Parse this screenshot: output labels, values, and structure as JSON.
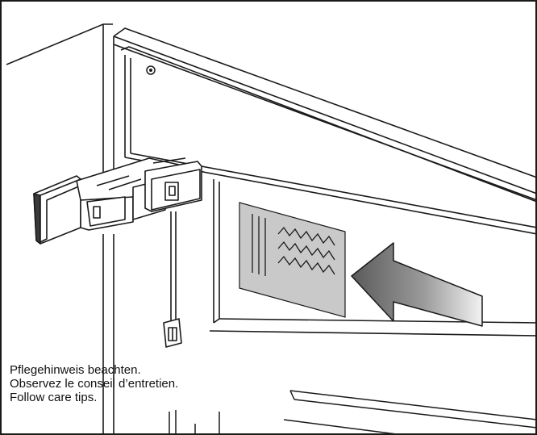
{
  "caption": {
    "line_de": "Pflegehinweis beachten.",
    "line_fr": "Observez le conseil d’entretien.",
    "line_en": "Follow care tips."
  },
  "colors": {
    "line": "#1a1a1a",
    "label_fill": "#c9c9c9",
    "arrow_dark": "#5a5a5a",
    "arrow_light": "#f2f2f2"
  },
  "icons": {
    "label": "care-label-icon",
    "arrow": "pointing-arrow-icon"
  }
}
